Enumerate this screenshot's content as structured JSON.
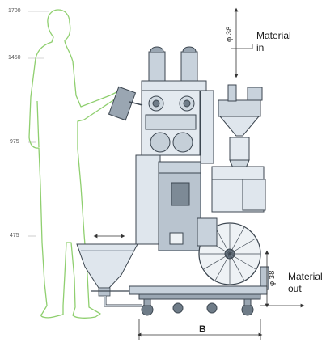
{
  "heights": {
    "labels": [
      "1700",
      "1450",
      "975",
      "475"
    ]
  },
  "callouts": {
    "material_in": [
      "Material",
      "in"
    ],
    "material_out": [
      "Material",
      "out"
    ]
  },
  "dimensions": {
    "inlet_diameter": "φ 38",
    "outlet_diameter": "φ 38",
    "base_width": "B"
  },
  "colors": {
    "machine_fill": "#dfe6ed",
    "machine_dark": "#6f7c88",
    "machine_line": "#3c4650",
    "human_outline": "#8fcf6f",
    "dimension_line": "#333333"
  }
}
